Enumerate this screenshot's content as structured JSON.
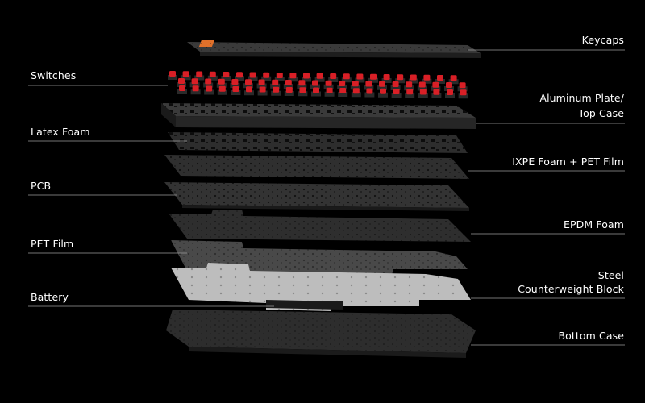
{
  "colors": {
    "background": "#000000",
    "text": "#ffffff",
    "leader_line": "#9a9a9a",
    "switch_red": "#d81f26",
    "keycap_accent": "#e0702a",
    "layer_dark": "#2b2b2b",
    "layer_mid": "#3a3a3a",
    "steel": "#b9b9b9"
  },
  "layers": {
    "keycaps": "Keycaps",
    "switches": "Switches",
    "aluminum_plate": [
      "Aluminum Plate/",
      "Top Case"
    ],
    "latex_foam": "Latex Foam",
    "ixpe_foam": "IXPE Foam + PET Film",
    "pcb": "PCB",
    "epdm_foam": "EPDM Foam",
    "pet_film": "PET Film",
    "steel_block": [
      "Steel",
      "Counterweight Block"
    ],
    "battery": "Battery",
    "bottom_case": "Bottom Case"
  }
}
